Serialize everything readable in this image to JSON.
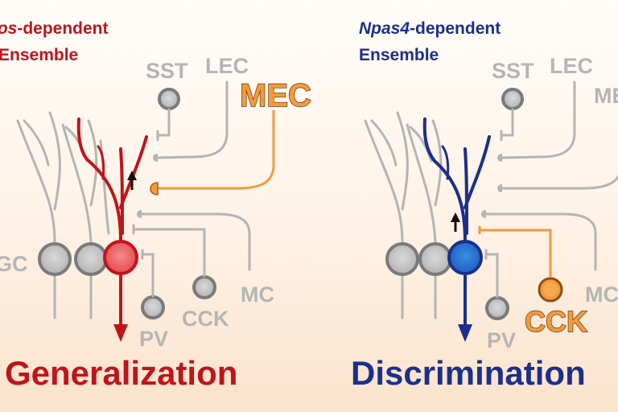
{
  "left_panel": {
    "title_italic": "Fos",
    "title_rest": "-dependent",
    "title_line2": "Ensemble",
    "labels": {
      "sst": "SST",
      "lec": "LEC",
      "mec": "MEC",
      "gc": "GC",
      "mc": "MC",
      "cck": "CCK",
      "pv": "PV"
    },
    "outcome": "Generalization",
    "color": "#c0141c",
    "highlight_input": "MEC"
  },
  "right_panel": {
    "title_italic": "Npas4",
    "title_rest": "-dependent",
    "title_line2": "Ensemble",
    "labels": {
      "sst": "SST",
      "lec": "LEC",
      "mec": "MEC",
      "mc": "MC",
      "cck": "CCK",
      "pv": "PV"
    },
    "outcome": "Discrimination",
    "color": "#1c2f8a",
    "highlight_input": "CCK"
  },
  "colors": {
    "neuron_gray": "#b4b4b4",
    "highlight_orange": "#f59a3b"
  }
}
